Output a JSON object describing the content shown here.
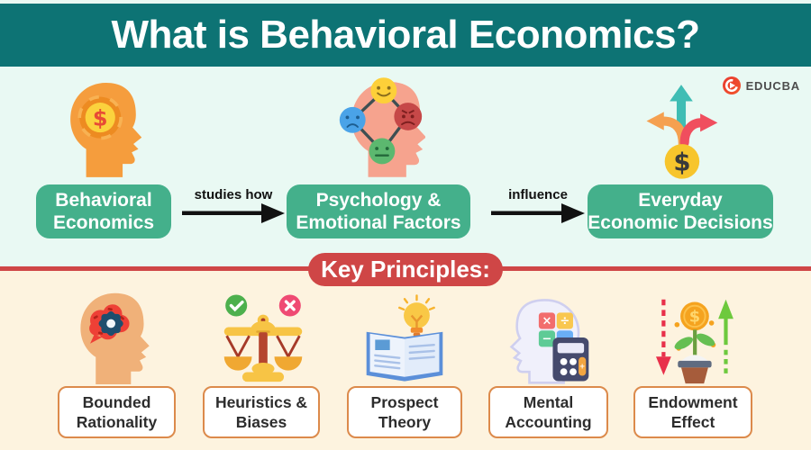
{
  "header": {
    "title": "What is Behavioral Economics?"
  },
  "brand": {
    "name": "EDUCBA",
    "icon": "educba-logo-icon"
  },
  "flow": {
    "nodes": [
      {
        "icon": "head-coin-icon",
        "line1": "Behavioral",
        "line2": "Economics"
      },
      {
        "icon": "head-emotions-icon",
        "line1": "Psychology &",
        "line2": "Emotional Factors"
      },
      {
        "icon": "branching-arrows-coin-icon",
        "line1": "Everyday",
        "line2": "Economic Decisions"
      }
    ],
    "connectors": [
      {
        "label": "studies how"
      },
      {
        "label": "influence"
      }
    ]
  },
  "principles": {
    "heading": "Key Principles:",
    "items": [
      {
        "icon": "brain-gear-head-icon",
        "line1": "Bounded",
        "line2": "Rationality"
      },
      {
        "icon": "balance-scale-icon",
        "line1": "Heuristics &",
        "line2": "Biases"
      },
      {
        "icon": "book-lightbulb-icon",
        "line1": "Prospect",
        "line2": "Theory"
      },
      {
        "icon": "head-calculator-icon",
        "line1": "Mental",
        "line2": "Accounting"
      },
      {
        "icon": "plant-coin-arrows-icon",
        "line1": "Endowment",
        "line2": "Effect"
      }
    ]
  },
  "glyphs": {
    "dollar": "$",
    "multiply": "×",
    "divide": "÷",
    "minus": "−",
    "plus": "+"
  },
  "colors": {
    "banner_teal": "#0d7374",
    "mint_bg": "#e9f9f3",
    "cream_bg": "#fdf3df",
    "node_green": "#44b08b",
    "accent_red": "#cf4646",
    "label_border_orange": "#dc8a4b",
    "arrow_black": "#111111"
  }
}
